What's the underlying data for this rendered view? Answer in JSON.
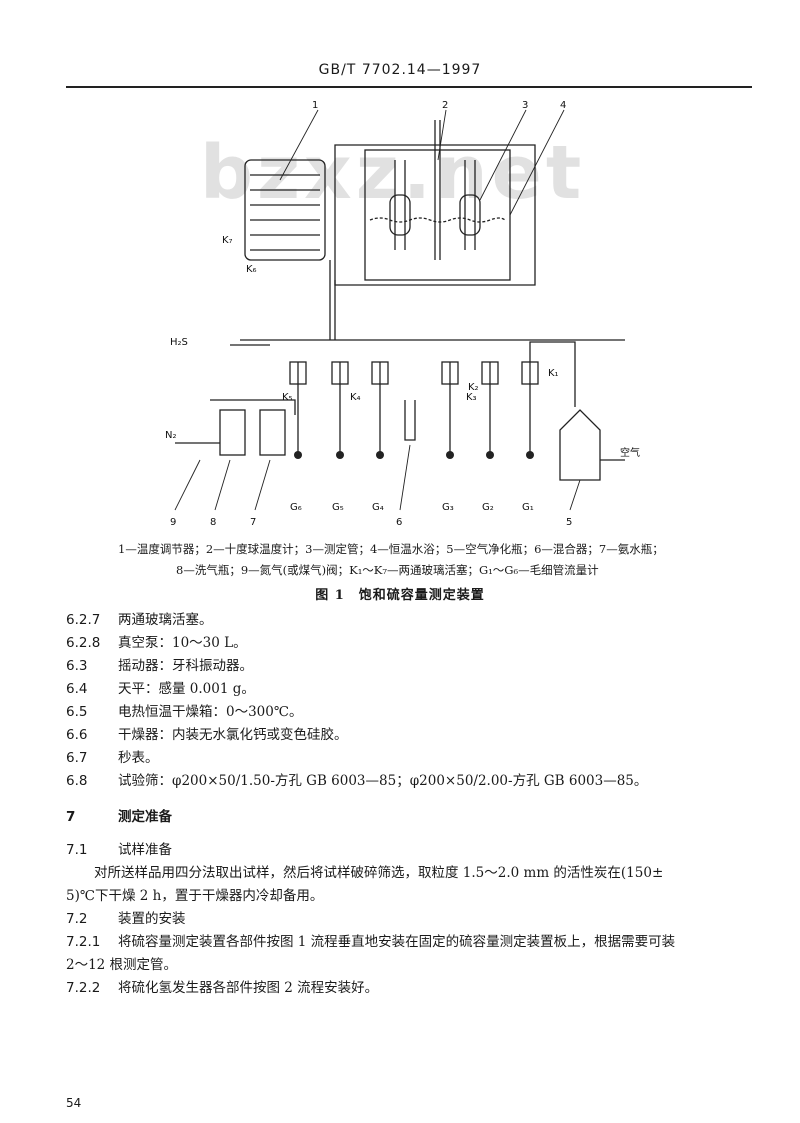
{
  "header": {
    "standard": "GB/T 7702.14—1997"
  },
  "watermark": "bzxz.net",
  "figure": {
    "callouts": [
      "1",
      "2",
      "3",
      "4",
      "5",
      "6",
      "7",
      "8",
      "9"
    ],
    "valve_labels": {
      "k7": "K₇",
      "k6": "K₆",
      "k5": "K₅",
      "k4": "K₄",
      "k3": "K₃",
      "k2": "K₂",
      "k1": "K₁"
    },
    "gas_labels": {
      "h2s": "H₂S",
      "n2": "N₂",
      "air": "空气"
    },
    "meters": [
      "G₆",
      "G₅",
      "G₄",
      "6",
      "G₃",
      "G₂",
      "G₁"
    ]
  },
  "legend_line1": "1—温度调节器；2—十度球温度计；3—测定管；4—恒温水浴；5—空气净化瓶；6—混合器；7—氨水瓶；",
  "legend_line2": "8—洗气瓶；9—氮气(或煤气)阀；K₁～K₇—两通玻璃活塞；G₁～G₆—毛细管流量计",
  "figure_title": "图 1　饱和硫容量测定装置",
  "lines": [
    {
      "num": "6.2.7",
      "text": "两通玻璃活塞。"
    },
    {
      "num": "6.2.8",
      "text": "真空泵：10～30 L。"
    },
    {
      "num": "6.3",
      "text": "摇动器：牙科振动器。"
    },
    {
      "num": "6.4",
      "text": "天平：感量 0.001 g。"
    },
    {
      "num": "6.5",
      "text": "电热恒温干燥箱：0～300℃。"
    },
    {
      "num": "6.6",
      "text": "干燥器：内装无水氯化钙或变色硅胶。"
    },
    {
      "num": "6.7",
      "text": "秒表。"
    },
    {
      "num": "6.8",
      "text": "试验筛：φ200×50/1.50-方孔 GB 6003—85；φ200×50/2.00-方孔 GB 6003—85。"
    }
  ],
  "section7": {
    "num": "7",
    "title": "测定准备"
  },
  "s71": {
    "num": "7.1",
    "title": "试样准备"
  },
  "s71_text1": "对所送样品用四分法取出试样，然后将试样破碎筛选，取粒度 1.5～2.0 mm 的活性炭在(150±",
  "s71_text2": "5)℃下干燥 2 h，置于干燥器内冷却备用。",
  "s72": {
    "num": "7.2",
    "title": "装置的安装"
  },
  "s721_text1": "将硫容量测定装置各部件按图 1 流程垂直地安装在固定的硫容量测定装置板上，根据需要可装",
  "s721_num": "7.2.1",
  "s721_text2": "2～12 根测定管。",
  "s722": {
    "num": "7.2.2",
    "text": "将硫化氢发生器各部件按图 2 流程安装好。"
  },
  "page_number": "54"
}
